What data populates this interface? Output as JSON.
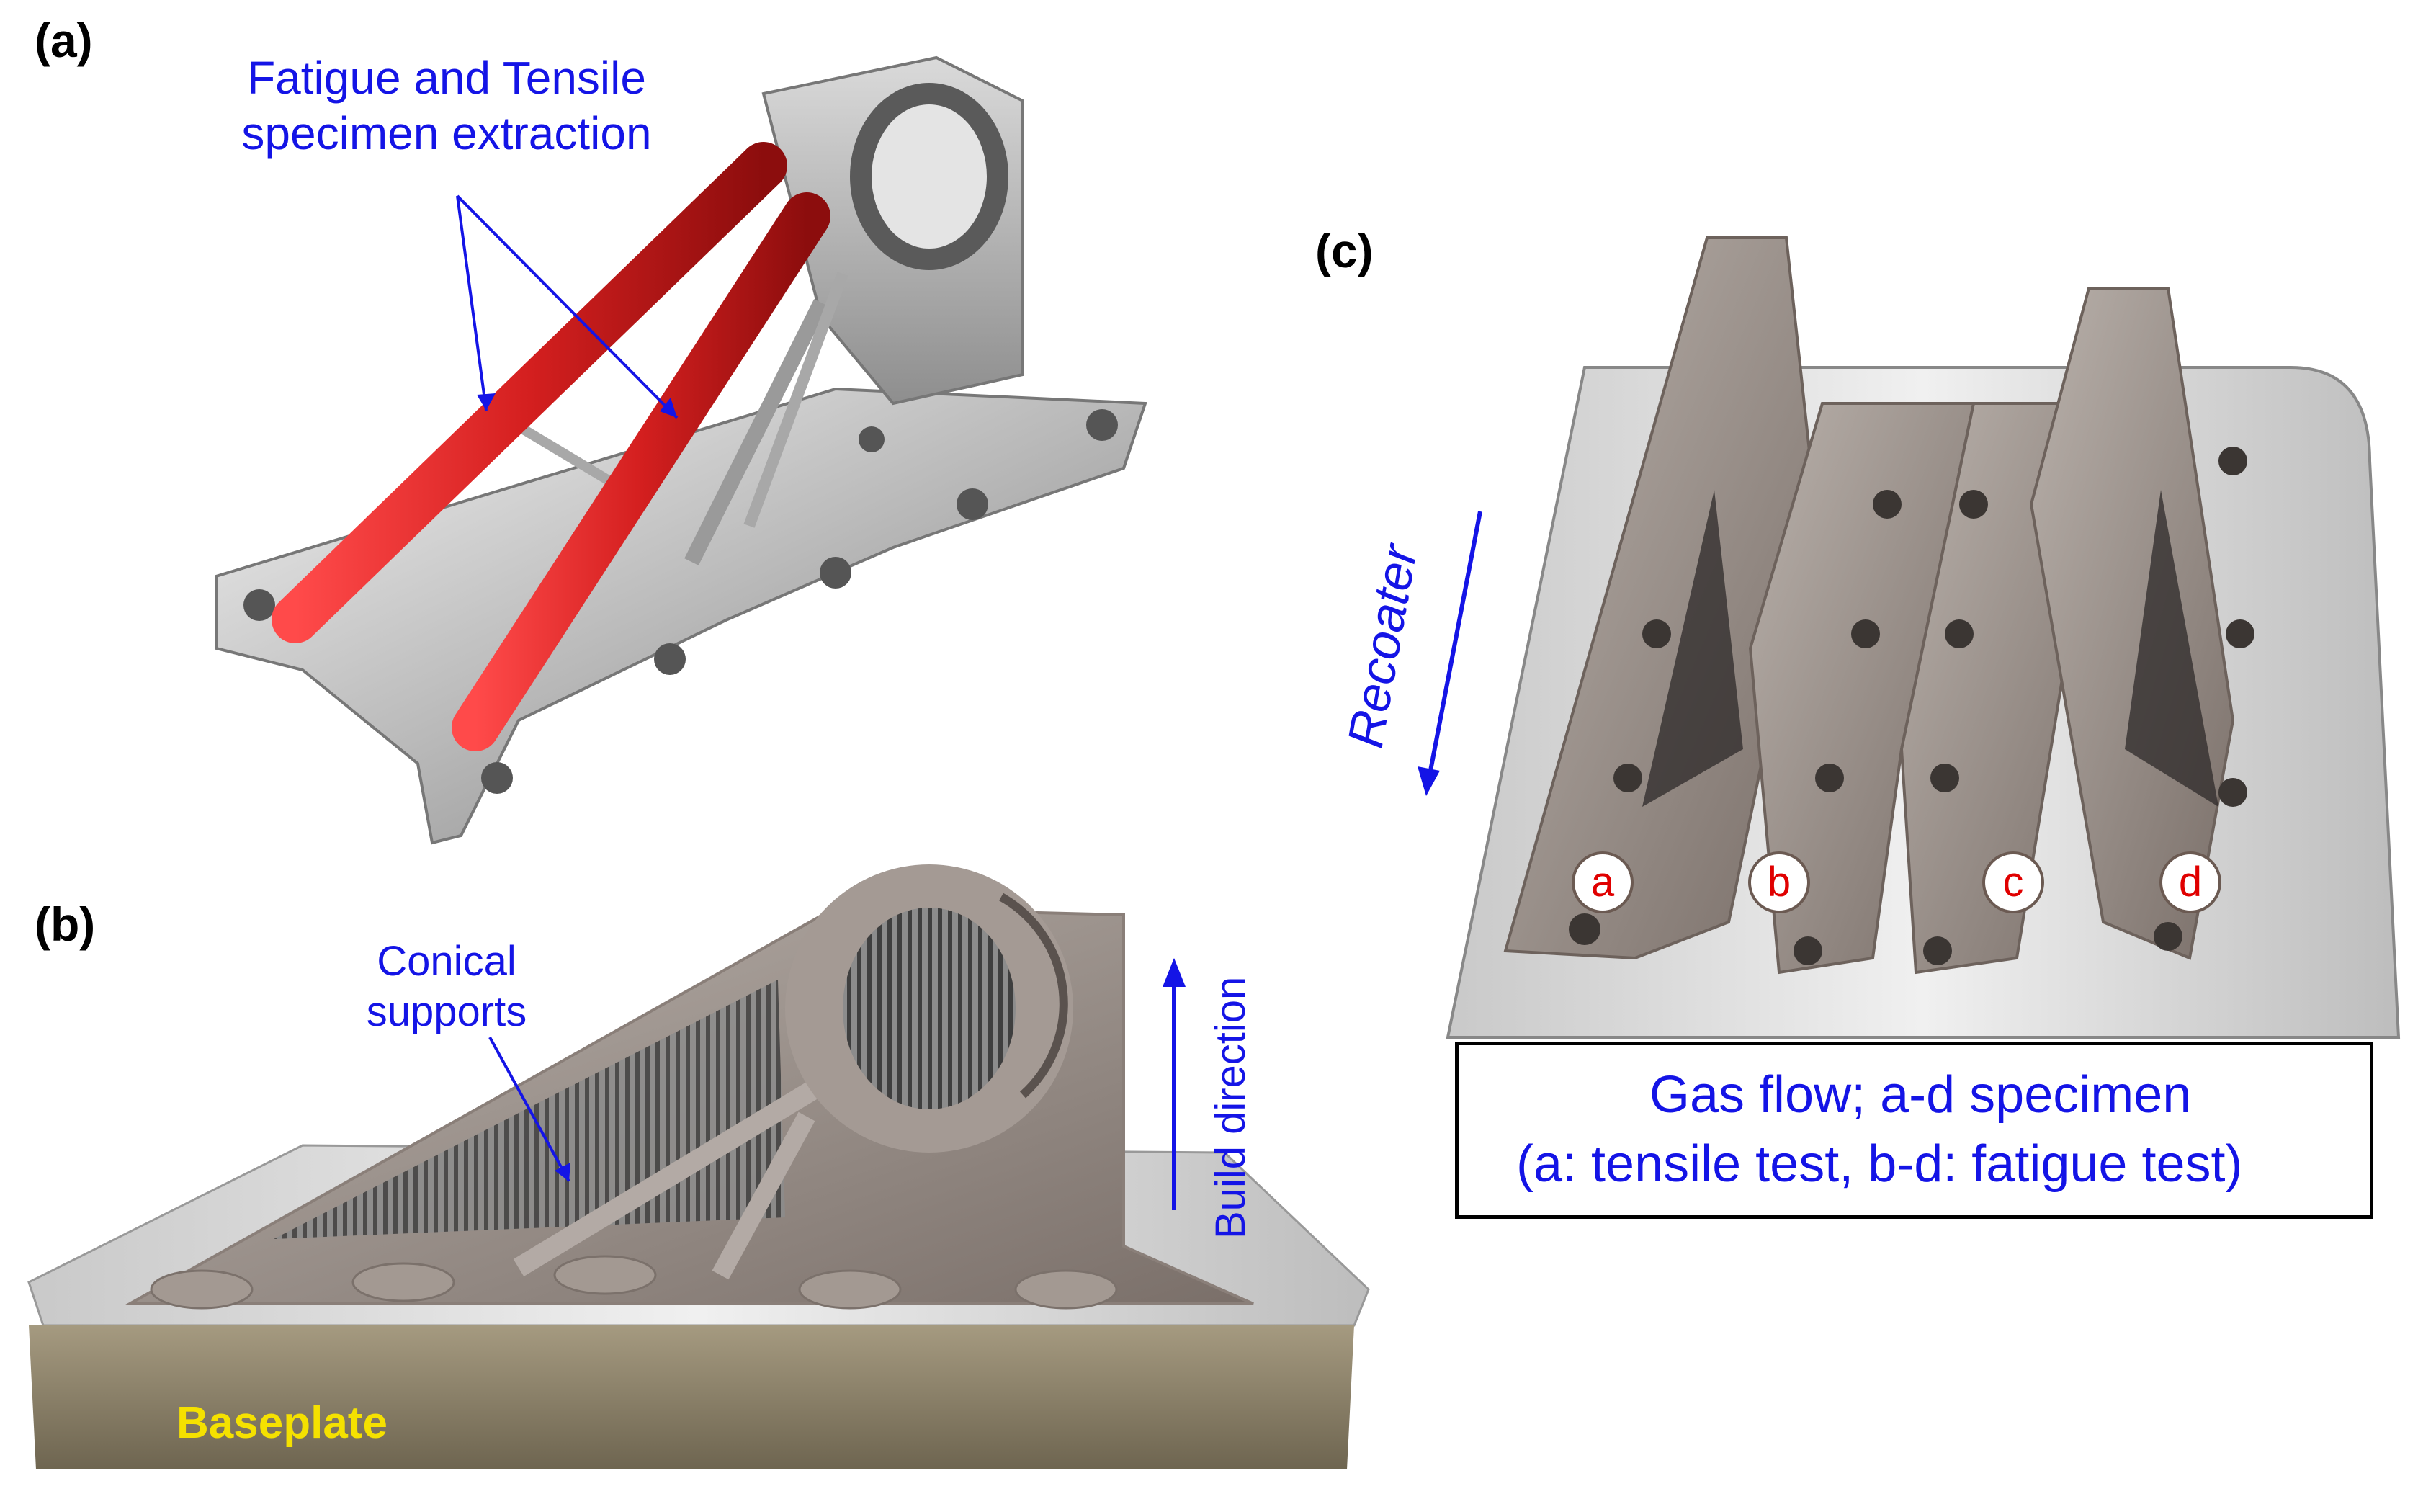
{
  "panels": {
    "a": {
      "letter": "(a)",
      "callout_line1": "Fatigue and Tensile",
      "callout_line2": "specimen extraction"
    },
    "b": {
      "letter": "(b)",
      "callout_line1": "Conical",
      "callout_line2": "supports",
      "build_direction": "Build direction",
      "baseplate": "Baseplate"
    },
    "c": {
      "letter": "(c)",
      "recoater": "Recoater",
      "markers": [
        "a",
        "b",
        "c",
        "d"
      ],
      "legend_line1": "Gas flow; a-d specimen",
      "legend_line2": "(a: tensile test, b-d: fatigue test)"
    }
  },
  "colors": {
    "label_blue": "#1414e6",
    "marker_red": "#e00000",
    "baseplate_yellow": "#f5e100",
    "specimen_red": "#d41f1f"
  }
}
